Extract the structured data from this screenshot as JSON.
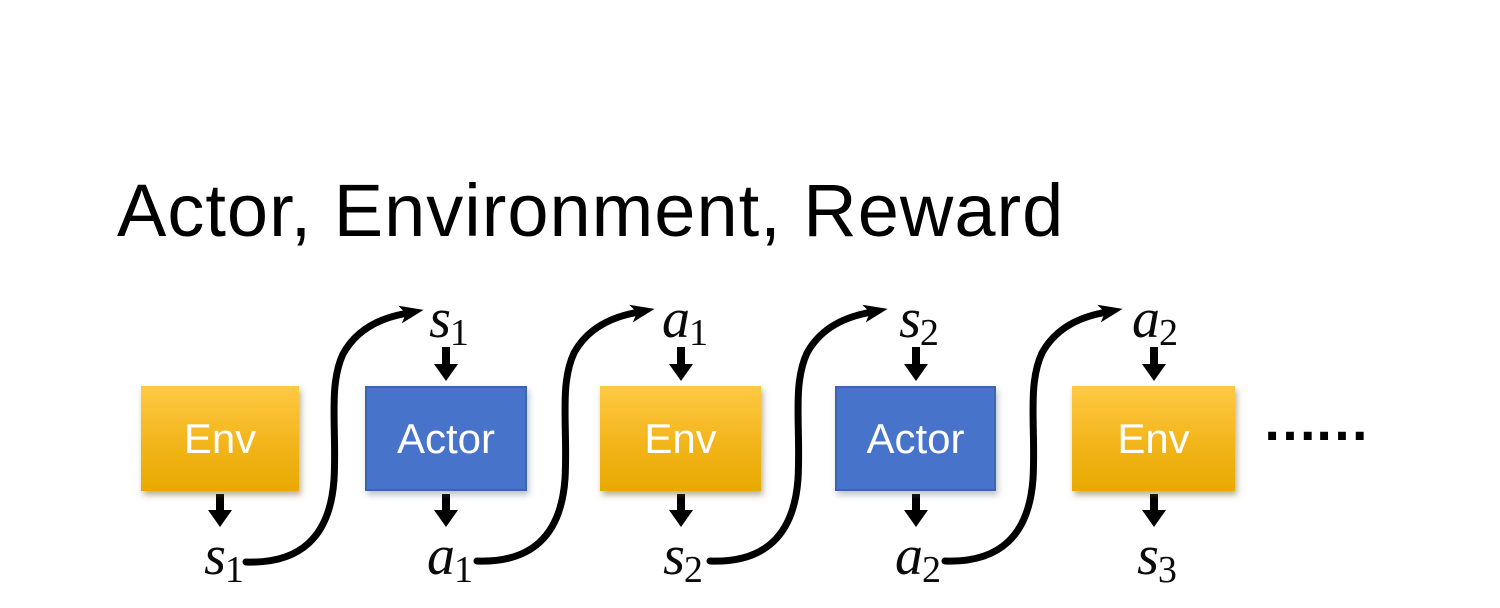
{
  "slide": {
    "title": "Actor, Environment, Reward"
  },
  "diagram": {
    "boxes": [
      {
        "label": "Env",
        "kind": "environment"
      },
      {
        "label": "Actor",
        "kind": "actor"
      },
      {
        "label": "Env",
        "kind": "environment"
      },
      {
        "label": "Actor",
        "kind": "actor"
      },
      {
        "label": "Env",
        "kind": "environment"
      }
    ],
    "top_labels": [
      {
        "base": "s",
        "sub": "1"
      },
      {
        "base": "a",
        "sub": "1"
      },
      {
        "base": "s",
        "sub": "2"
      },
      {
        "base": "a",
        "sub": "2"
      }
    ],
    "bottom_labels": [
      {
        "base": "s",
        "sub": "1"
      },
      {
        "base": "a",
        "sub": "1"
      },
      {
        "base": "s",
        "sub": "2"
      },
      {
        "base": "a",
        "sub": "2"
      },
      {
        "base": "s",
        "sub": "3"
      }
    ],
    "ellipsis": "……",
    "colors": {
      "env_gradient_top": "#FFC944",
      "env_gradient_bottom": "#E8A900",
      "actor_fill": "#4774CA",
      "actor_border": "#3D65AE",
      "box_text": "#FFFFFF",
      "arrow": "#000000",
      "title_text": "#000000"
    }
  }
}
